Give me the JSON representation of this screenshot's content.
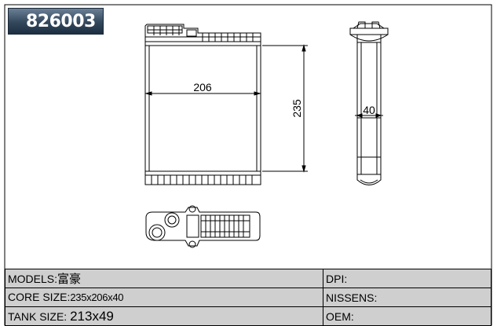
{
  "part_number": "826003",
  "dimensions": {
    "width_label": "206",
    "height_label": "235",
    "depth_label": "40"
  },
  "specs": {
    "models_label": "MODELS:",
    "models_value": "富豪",
    "core_size_label": "CORE SIZE:",
    "core_size_value": "235x206x40",
    "tank_size_label": "TANK SIZE: ",
    "tank_size_value": "213x49",
    "dpi_label": "DPI:",
    "nissens_label": "NISSENS:",
    "oem_label": "OEM:"
  }
}
